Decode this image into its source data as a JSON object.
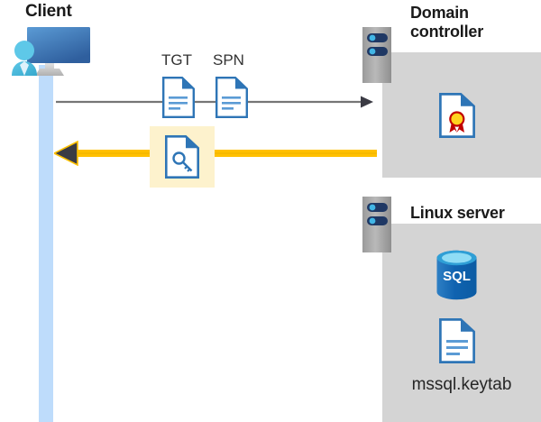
{
  "diagram": {
    "title_client": "Client",
    "title_domain_controller": "Domain controller",
    "title_linux_server": "Linux server",
    "labels": {
      "tgt": "TGT",
      "spn": "SPN",
      "keytab_file": "mssql.keytab",
      "sql_text": "SQL"
    },
    "icons": {
      "client": "workstation-user-icon",
      "domain_controller_server": "server-rack-icon",
      "linux_server": "server-rack-icon",
      "tgt_document": "document-icon",
      "spn_document": "document-icon",
      "ticket_document": "document-key-icon",
      "certificate": "certificate-document-icon",
      "database": "sql-database-icon",
      "keytab_document": "document-icon"
    },
    "arrows": {
      "request": {
        "name": "request-arrow",
        "direction": "right",
        "color": "#767676",
        "description": "Client sends TGT and SPN to domain controller"
      },
      "reply": {
        "name": "reply-arrow",
        "direction": "left",
        "color": "#ffc000",
        "head_color": "#3b3b44",
        "description": "Domain controller returns service ticket to client"
      }
    },
    "colors": {
      "host_box": "#d4d4d4",
      "client_column": "#bedcfb",
      "highlight_box": "#fdf2cd",
      "accent_blue": "#2e75b6",
      "document_fill": "#ffffff",
      "arrow_yellow": "#ffc000",
      "arrow_grey": "#767676",
      "server_grey": "#a6a6a6",
      "server_pill": "#1f3864",
      "server_dot": "#41b6e6",
      "sql_blue": "#0f6cbd",
      "cert_gold": "#ffd21e",
      "cert_ribbon": "#c00000",
      "title_text": "#1a1a1a"
    }
  }
}
